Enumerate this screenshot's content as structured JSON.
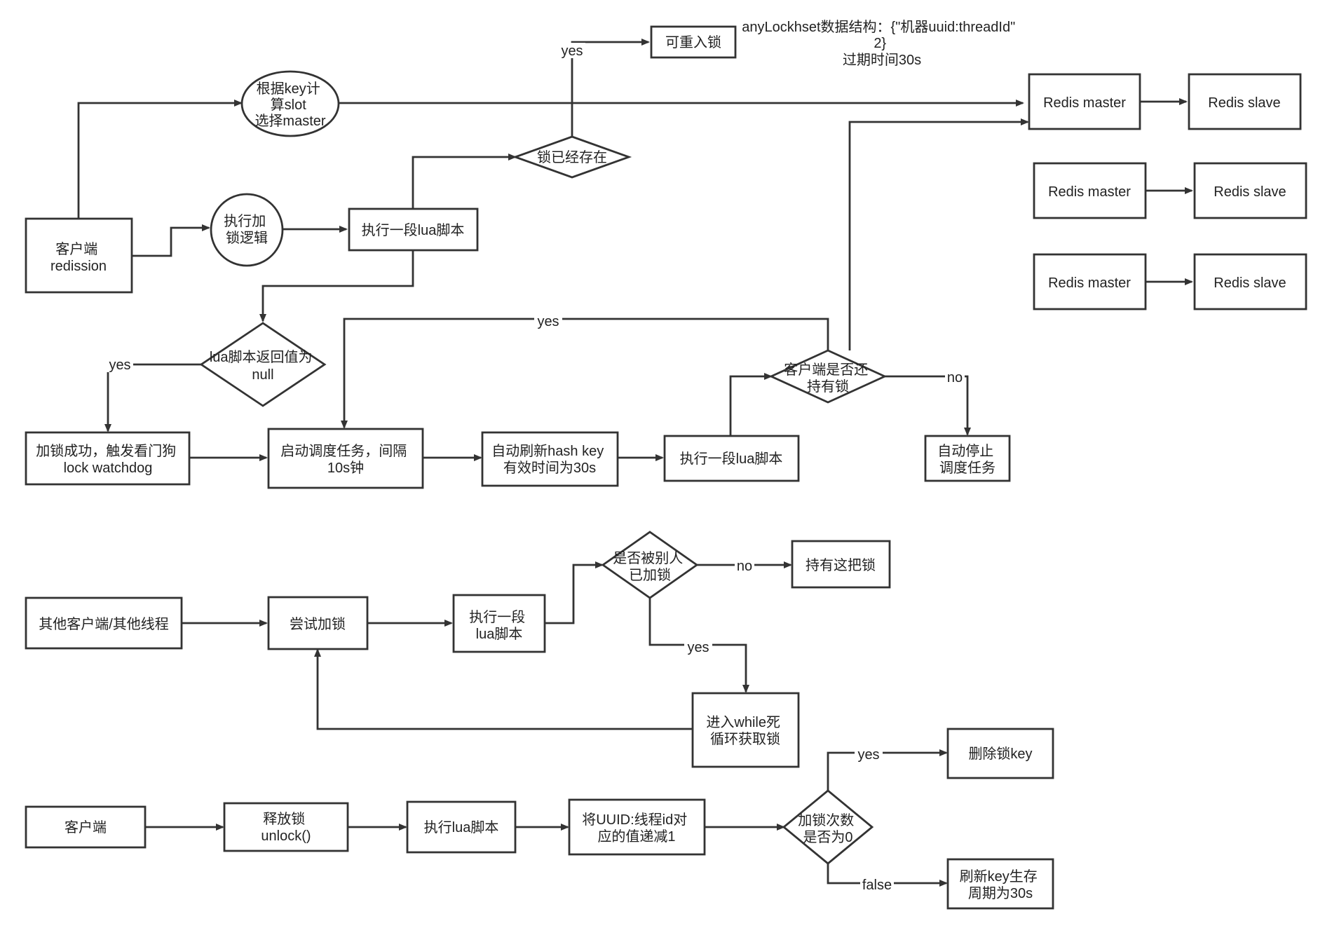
{
  "nodes": {
    "reentrant": "可重入锁",
    "slot": [
      "根据key计",
      "算slot",
      "选择master"
    ],
    "lock_exists": "锁已经存在",
    "redis_master_1": "Redis master",
    "redis_slave_1": "Redis slave",
    "redis_master_2": "Redis master",
    "redis_slave_2": "Redis slave",
    "redis_master_3": "Redis master",
    "redis_slave_3": "Redis slave",
    "client_redission": [
      "客户端",
      "redission"
    ],
    "exec_lock_logic": [
      "执行加",
      "锁逻辑"
    ],
    "lua_script_1": "执行一段lua脚本",
    "lua_returns_null": [
      "lua脚本返回值为",
      "null"
    ],
    "watchdog": [
      "加锁成功，触发看门狗",
      "lock watchdog"
    ],
    "schedule_task": [
      "启动调度任务，间隔",
      "10s钟"
    ],
    "refresh_hash": [
      "自动刷新hash key",
      "有效时间为30s"
    ],
    "lua_script_2": "执行一段lua脚本",
    "client_still_holds": [
      "客户端是否还",
      "持有锁"
    ],
    "stop_task": [
      "自动停止",
      "调度任务"
    ],
    "other_clients": "其他客户端/其他线程",
    "try_lock": "尝试加锁",
    "lua_script_3": [
      "执行一段",
      "lua脚本"
    ],
    "locked_by_other": [
      "是否被别人",
      "已加锁"
    ],
    "hold_lock": "持有这把锁",
    "while_loop": [
      "进入while死",
      "循环获取锁"
    ],
    "client": "客户端",
    "unlock": [
      "释放锁",
      "unlock()"
    ],
    "exec_lua": "执行lua脚本",
    "decrement": [
      "将UUID:线程id对",
      "应的值递减1"
    ],
    "count_zero": [
      "加锁次数",
      "是否为0"
    ],
    "delete_key": "删除锁key",
    "refresh_ttl": [
      "刷新key生存",
      "周期为30s"
    ]
  },
  "annotation": [
    "anyLockhset数据结构：{\"机器uuid:threadId\"",
    "2}",
    "过期时间30s"
  ],
  "edge_labels": {
    "yes_reentrant": "yes",
    "yes_watchdog": "yes",
    "yes_reschedule": "yes",
    "no_stop": "no",
    "no_hold": "no",
    "yes_while": "yes",
    "yes_delete": "yes",
    "false_refresh": "false"
  }
}
